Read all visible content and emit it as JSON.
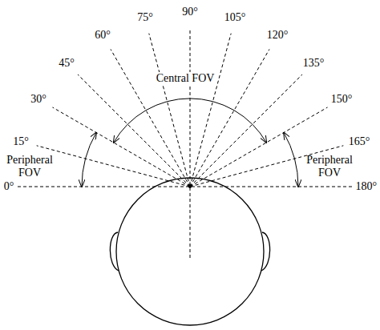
{
  "diagram": {
    "labels": [
      "90°",
      "75°",
      "105°",
      "60°",
      "120°",
      "45°",
      "135°",
      "Central FOV",
      "30°",
      "150°",
      "15°",
      "165°",
      "Peripheral FOV",
      "Peripheral FOV",
      "0°",
      "180°"
    ]
  }
}
